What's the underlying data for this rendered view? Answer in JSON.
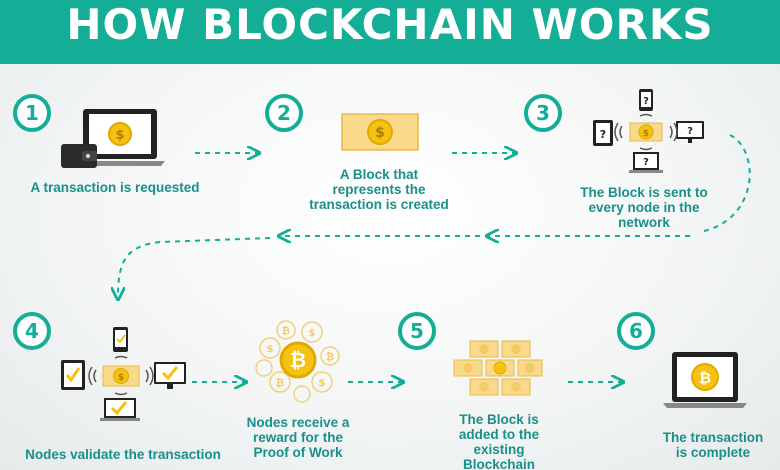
{
  "header": {
    "title": "HOW BLOCKCHAIN WORKS"
  },
  "steps": [
    {
      "number": "1",
      "label": "A transaction is requested"
    },
    {
      "number": "2",
      "label": "A Block that represents the transaction is created"
    },
    {
      "number": "3",
      "label": "The Block is sent to every node in the network"
    },
    {
      "number": "4",
      "label": "Nodes validate the transaction"
    },
    {
      "label": "Nodes receive a reward for the Proof of Work"
    },
    {
      "number": "5",
      "label": "The Block is added to the existing Blockchain"
    },
    {
      "number": "6",
      "label": "The transaction is complete"
    }
  ],
  "colors": {
    "teal": "#14ae97",
    "label_teal": "#1a8f8a",
    "coin_gold": "#f5c211",
    "block_gold": "#f9d98a",
    "device_dark": "#222222"
  },
  "icons": [
    "wallet-icon",
    "laptop-icon",
    "bitcoin-icon",
    "dollar-coin-icon",
    "phone-icon",
    "monitor-icon",
    "tablet-icon",
    "checkmark-icon",
    "wifi-icon"
  ]
}
